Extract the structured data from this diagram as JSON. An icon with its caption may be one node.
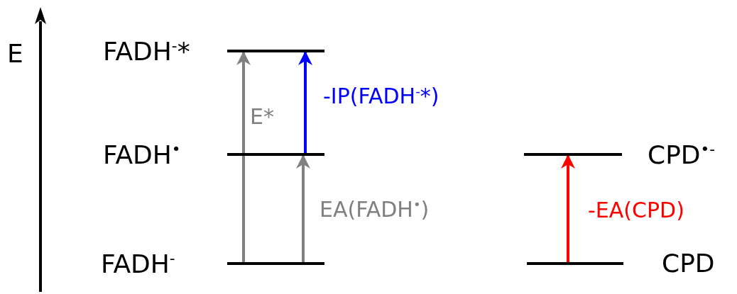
{
  "diagram": {
    "nodes": [
      {
        "text": [],
        "shape": "bar",
        "beside": [
          "FADH$^{-}$*"
        ]
      },
      {
        "text": [],
        "shape": "bar",
        "beside": [
          "FADH$^{•}$"
        ]
      },
      {
        "text": [],
        "shape": "bar",
        "beside": [
          "CPD$^{•-}$"
        ]
      },
      {
        "text": [],
        "shape": "bar",
        "beside": [
          "FADH$^{-}$"
        ]
      },
      {
        "text": [],
        "shape": "bar",
        "beside": [
          "CPD"
        ]
      }
    ],
    "edges": [
      {
        "from": 3,
        "to": 0,
        "arrow": "to",
        "label": "E*",
        "color": "#808080"
      },
      {
        "from": 1,
        "to": 0,
        "arrow": "to",
        "label": "-IP(FADH$^{-}$*)",
        "color": "#0000ff"
      },
      {
        "from": 3,
        "to": 1,
        "arrow": "to",
        "label": "EA(FADH$^{•}$)",
        "color": "#808080"
      },
      {
        "from": 4,
        "to": 2,
        "arrow": "to",
        "label": "-EA(CPD)",
        "color": "#ff0000"
      }
    ],
    "labels": [
      "E"
    ]
  }
}
